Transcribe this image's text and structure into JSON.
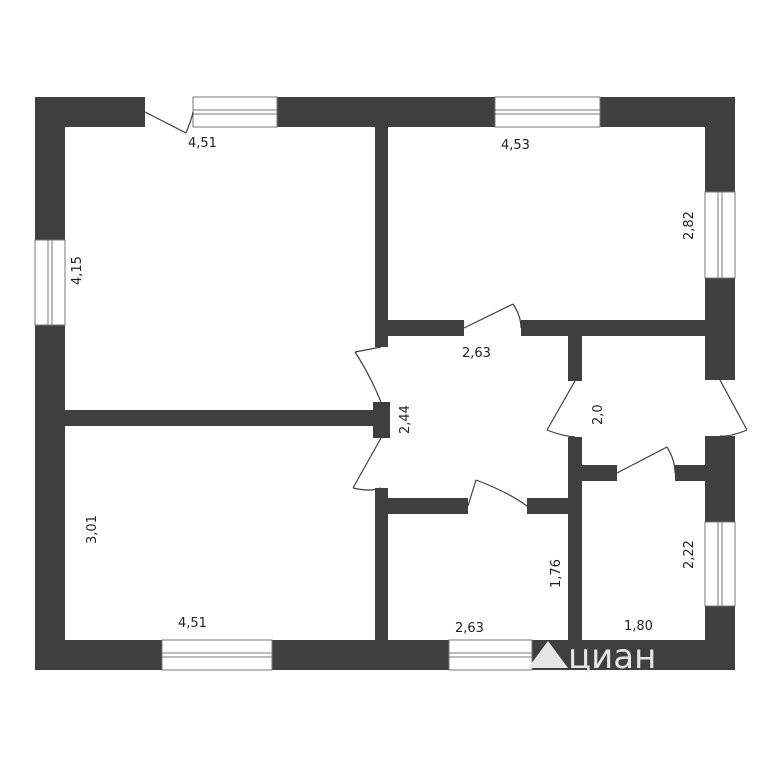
{
  "plan": {
    "wall_color": "#3f3f3f",
    "background": "#ffffff",
    "dimensions": {
      "room1_width": "4,51",
      "room1_height": "4,15",
      "room2_width": "4,53",
      "room2_height": "2,82",
      "room3_height": "3,01",
      "room3_width": "4,51",
      "hall_width": "2,63",
      "hall_height": "2,44",
      "corridor_length": "2,0",
      "bath_height": "1,76",
      "bath_width": "2,63",
      "wc_height": "2,22",
      "wc_width": "1,80"
    },
    "watermark": {
      "icon": "cian-logo-icon",
      "text": "циан"
    }
  }
}
